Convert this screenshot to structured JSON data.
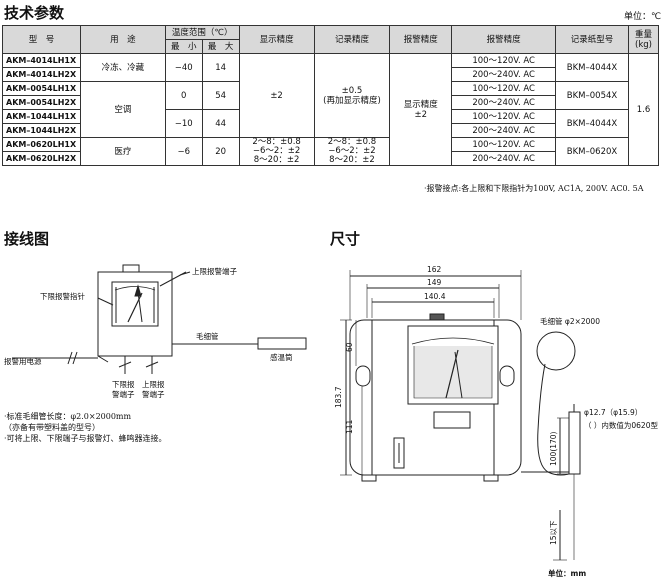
{
  "titles": {
    "spec": "技术参数",
    "wiring": "接线图",
    "dimension": "尺寸"
  },
  "unit_top": "单位：℃",
  "table": {
    "headers": {
      "model": "型　号",
      "use": "用　途",
      "temp_range": "温度范围（℃）",
      "min": "最　小",
      "max": "最　大",
      "display": "显示精度",
      "record": "记录精度",
      "alarm_acc": "报警精度",
      "alarm": "报警精度",
      "chart": "记录纸型号",
      "weight": "重量(kg)"
    },
    "models": [
      "AKM–4014LH1X",
      "AKM–4014LH2X",
      "AKM–0054LH1X",
      "AKM–0054LH2X",
      "AKM–1044LH1X",
      "AKM–1044LH2X",
      "AKM–0620LH1X",
      "AKM–0620LH2X"
    ],
    "uses": [
      "冷冻、冷藏",
      "空调",
      "医疗"
    ],
    "mins": [
      "−40",
      "0",
      "−10",
      "−6"
    ],
    "maxs": [
      "14",
      "54",
      "44",
      "20"
    ],
    "display_acc": "±2",
    "display_medical": "2～8：±0.8\n−6～2：±2\n8～20：±2",
    "record_acc": "±0.5\n(再加显示精度)",
    "record_medical": "2～8：±0.8\n−6～2：±2\n8～20：±2",
    "alarm_acc_val": "显示精度\n±2",
    "power": [
      "100～120V. AC",
      "200～240V. AC"
    ],
    "charts": [
      "BKM–4044X",
      "BKM–0054X",
      "BKM–4044X",
      "BKM–0620X"
    ],
    "weight": "1.6"
  },
  "footnote": "·报警接点:各上限和下限指针为100V, AC1A, 200V. AC0. 5A",
  "wiring": {
    "upper_terminal": "上限报警端子",
    "lower_pointer": "下限报警指针",
    "capillary": "毛细管",
    "sensor": "感温筒",
    "power": "报警用电源",
    "lower_terminal_1": "下限报",
    "lower_terminal_2": "警端子",
    "upper_terminal_1": "上限报",
    "upper_terminal_2": "警端子"
  },
  "notes": [
    "·标准毛细管长度：φ2.0×2000mm",
    "（亦备有带塑料盖的型号）",
    "·可将上限、下限端子与报警灯、蜂鸣器连接。"
  ],
  "dimension": {
    "w162": "162",
    "w149": "149",
    "w1404": "140.4",
    "h60": "60",
    "h1837": "183.7",
    "h111": "111",
    "capillary": "毛细管 φ2×2000",
    "dia": "φ12.7（φ15.9）",
    "dia_note": "（  ）内数值为0620型",
    "len": "100(170)",
    "below": "15以下",
    "unit": "单位：mm"
  }
}
